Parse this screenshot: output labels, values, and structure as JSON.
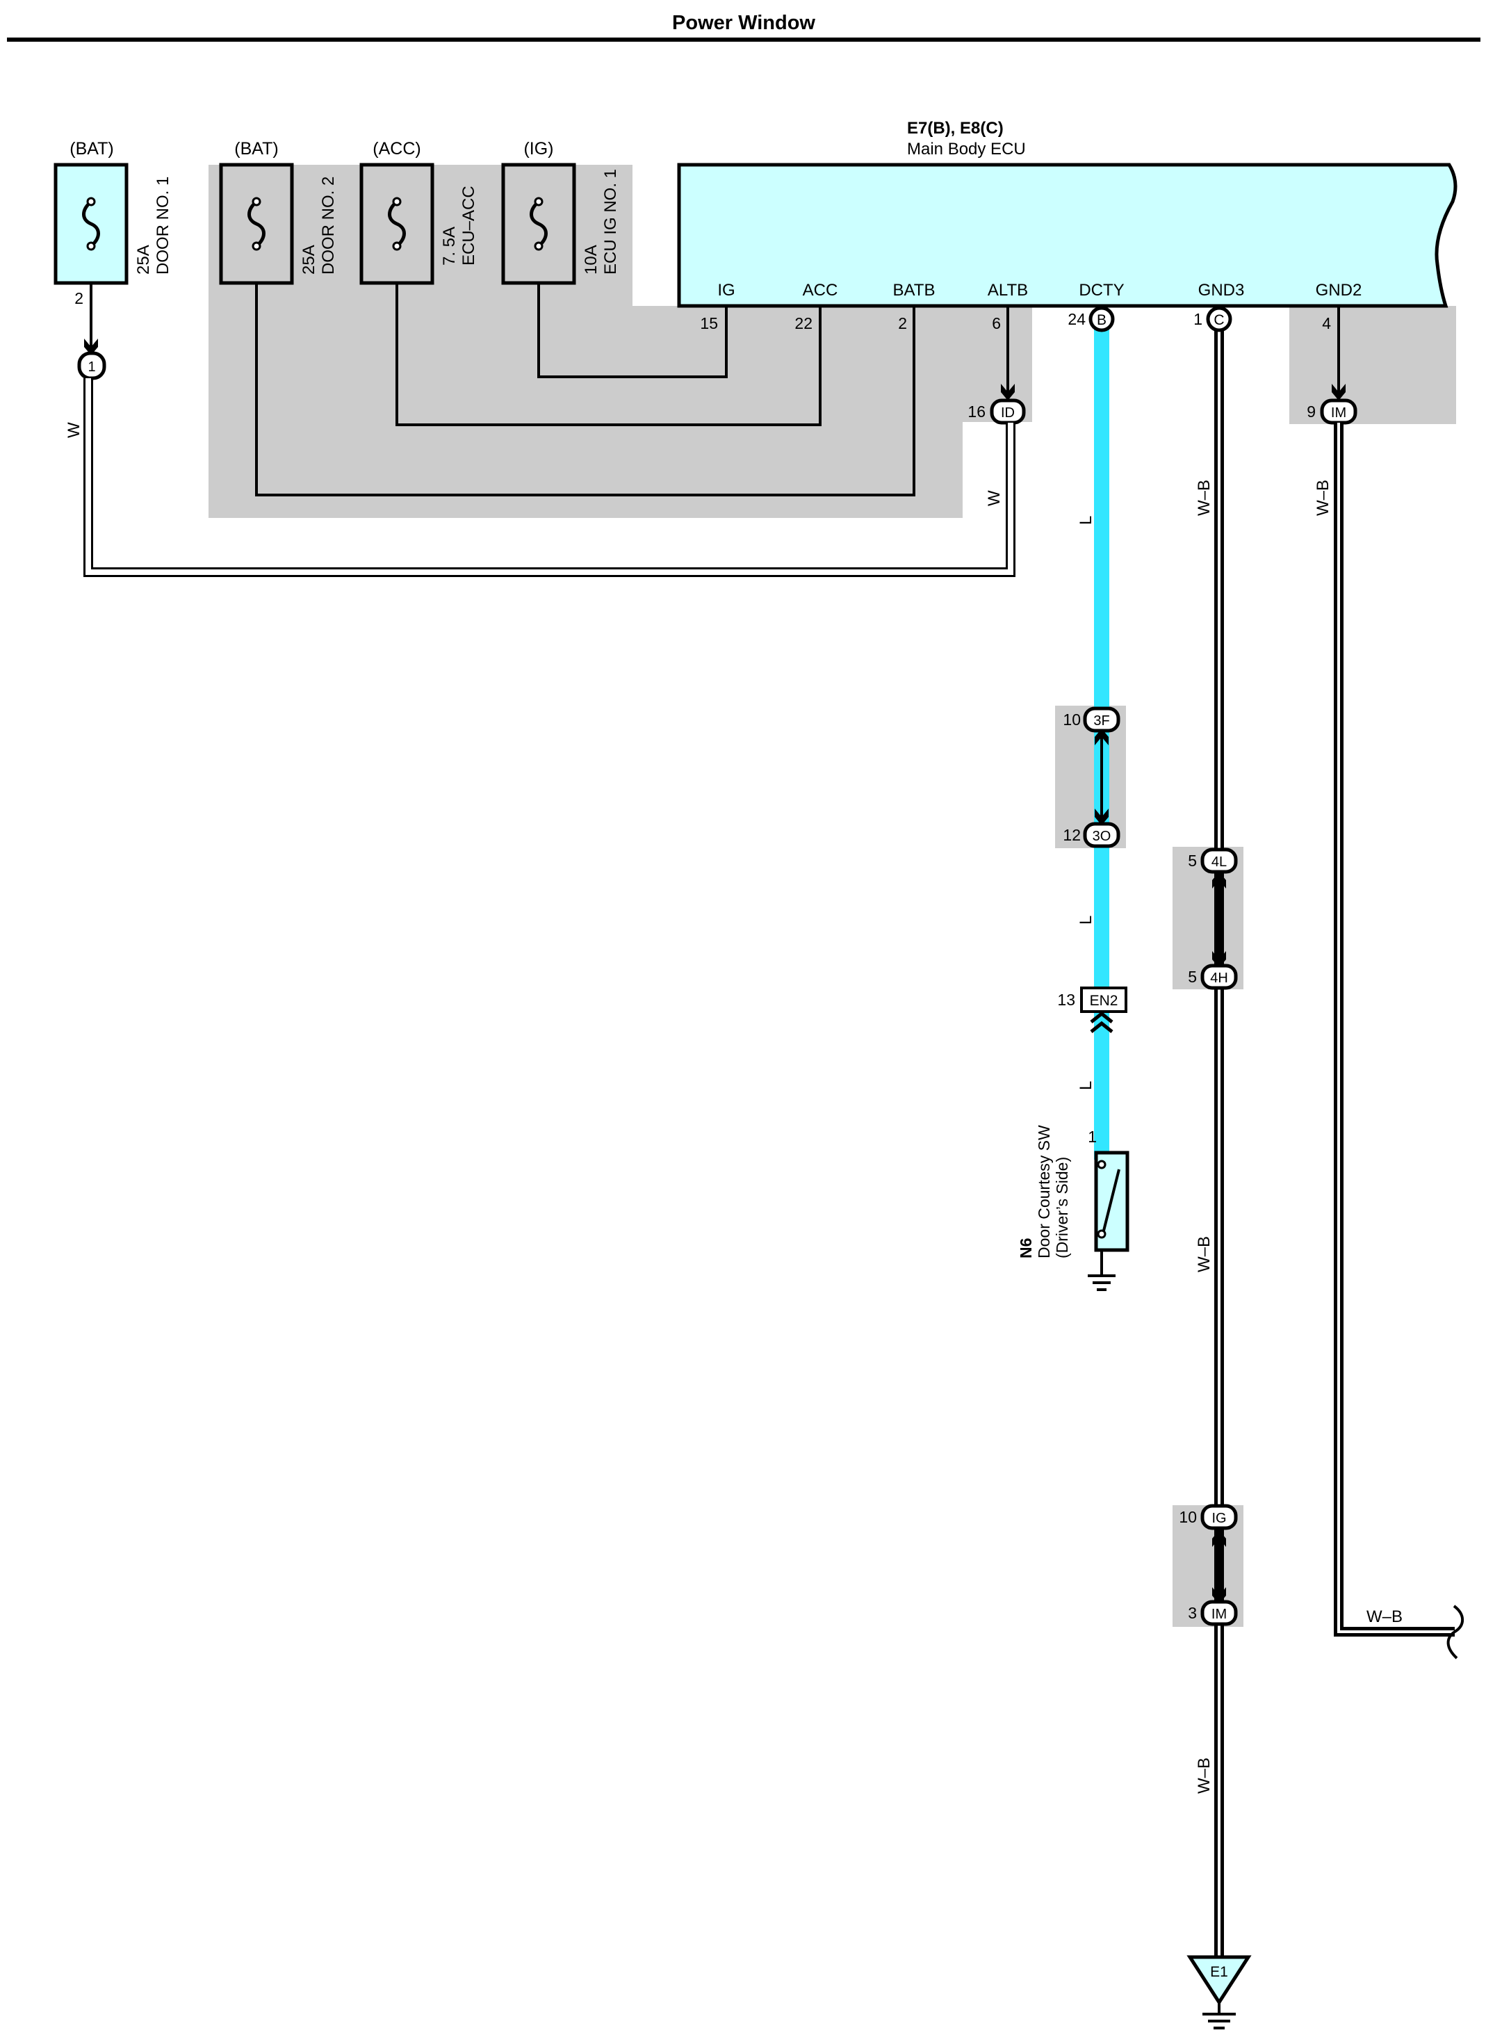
{
  "title": "Power Window",
  "colors": {
    "ecu_fill": "#ccffff",
    "gray": "#cccccc",
    "blue_wire": "#33e6ff",
    "line": "#000000"
  },
  "fuses": [
    {
      "source": "(BAT)",
      "rating": "25A",
      "name": "DOOR NO. 1",
      "pin": "2"
    },
    {
      "source": "(BAT)",
      "rating": "25A",
      "name": "DOOR NO. 2"
    },
    {
      "source": "(ACC)",
      "rating": "7. 5A",
      "name": "ECU–ACC"
    },
    {
      "source": "(IG)",
      "rating": "10A",
      "name": "ECU IG NO. 1"
    }
  ],
  "ecu": {
    "code": "E7(B), E8(C)",
    "name": "Main Body ECU",
    "terminals": [
      {
        "label": "IG",
        "pin": "15"
      },
      {
        "label": "ACC",
        "pin": "22"
      },
      {
        "label": "BATB",
        "pin": "2"
      },
      {
        "label": "ALTB",
        "pin": "6"
      },
      {
        "label": "DCTY",
        "pin": "24",
        "conn": "B"
      },
      {
        "label": "GND3",
        "pin": "1",
        "conn": "C"
      },
      {
        "label": "GND2",
        "pin": "4"
      }
    ]
  },
  "connectors": {
    "j1": {
      "code": "1"
    },
    "id": {
      "pin": "16",
      "code": "ID"
    },
    "im_top": {
      "pin": "9",
      "code": "IM"
    },
    "f3": {
      "pin": "10",
      "code": "3F"
    },
    "o3": {
      "pin": "12",
      "code": "3O"
    },
    "l4": {
      "pin": "5",
      "code": "4L"
    },
    "h4": {
      "pin": "5",
      "code": "4H"
    },
    "en2": {
      "pin": "13",
      "code": "EN2"
    },
    "ig": {
      "pin": "10",
      "code": "IG"
    },
    "im_bot": {
      "pin": "3",
      "code": "IM"
    }
  },
  "wires": {
    "w": "W",
    "l": "L",
    "wb": "W–B"
  },
  "switch": {
    "code": "N6",
    "name": "Door Courtesy SW",
    "side": "(Driver’s Side)",
    "pin": "1"
  },
  "ground": {
    "code": "E1"
  }
}
